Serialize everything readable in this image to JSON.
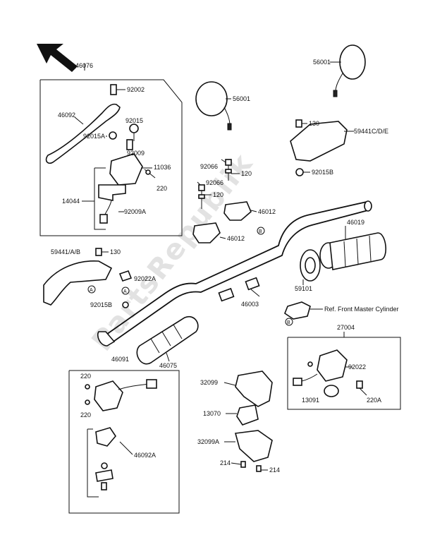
{
  "watermark": "PartsRepublik",
  "labels": {
    "p46076": "46076",
    "p92002": "92002",
    "p46092": "46092",
    "p92015": "92015",
    "p92015A": "92015A",
    "p92009": "92009",
    "p11036": "11036",
    "p220_top": "220",
    "p14044": "14044",
    "p92009A": "92009A",
    "p56001_left": "56001",
    "p56001_right": "56001",
    "p130_top": "130",
    "p59441CDE": "59441C/D/E",
    "p92015B_top": "92015B",
    "p92066_a": "92066",
    "p92066_b": "92066",
    "p120_a": "120",
    "p120_b": "120",
    "p46012_a": "46012",
    "p46012_b": "46012",
    "p46019": "46019",
    "p59441AB": "59441/A/B",
    "p130_left": "130",
    "p92022A": "92022A",
    "p92015B_left": "92015B",
    "p59101": "59101",
    "p46003": "46003",
    "ref_text": "Ref. Front Master Cylinder",
    "p27004": "27004",
    "p46075": "46075",
    "p46091": "46091",
    "p220_a": "220",
    "p220_b": "220",
    "p46092A": "46092A",
    "p32099": "32099",
    "p13070": "13070",
    "p32099A": "32099A",
    "p214_a": "214",
    "p214_b": "214",
    "p92022": "92022",
    "p13091": "13091",
    "p220A": "220A",
    "circ_A1": "A",
    "circ_A2": "A",
    "circ_A3": "A",
    "circ_B1": "B",
    "circ_B2": "B"
  }
}
